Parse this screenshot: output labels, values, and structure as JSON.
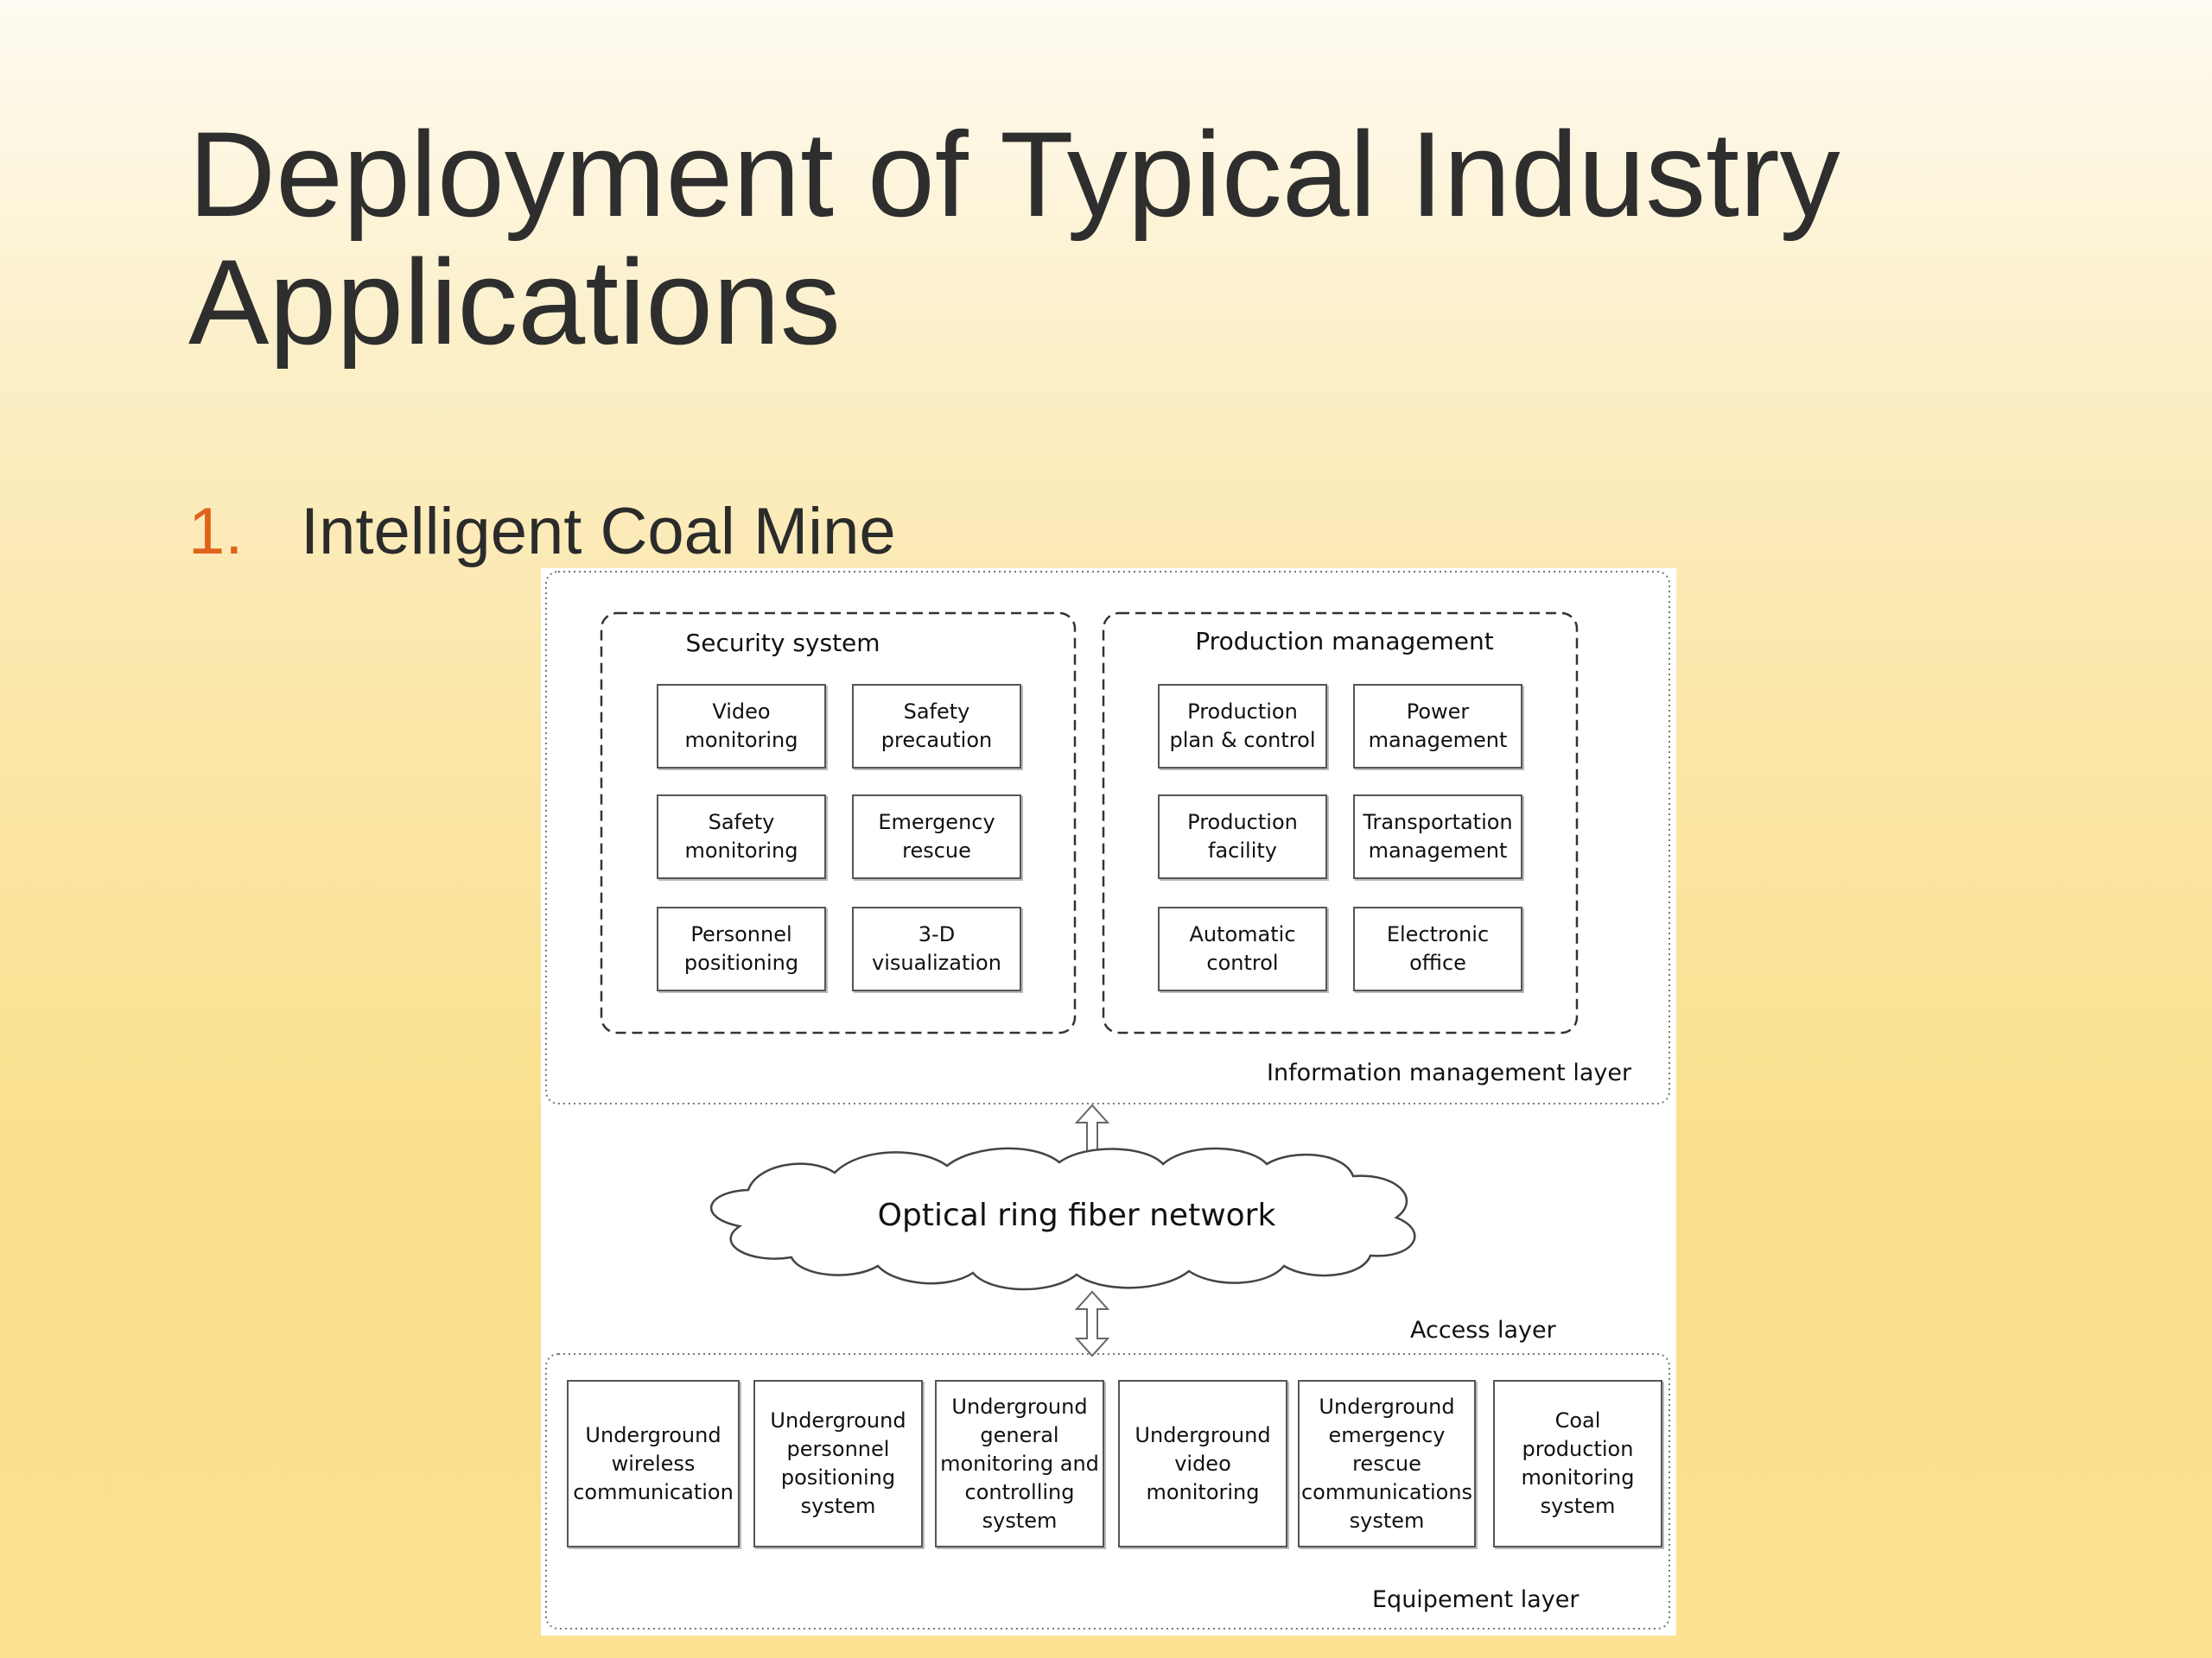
{
  "slide": {
    "title": "Deployment of  Typical Industry Applications",
    "bullet_number": "1.",
    "bullet_text": "Intelligent Coal Mine"
  },
  "diagram": {
    "information_layer": {
      "label": "Information management layer",
      "security": {
        "title": "Security system",
        "items": [
          "Video\nmonitoring",
          "Safety\nprecaution",
          "Safety\nmonitoring",
          "Emergency\nrescue",
          "Personnel\npositioning",
          "3-D\nvisualization"
        ]
      },
      "production": {
        "title": "Production management",
        "items": [
          "Production\nplan & control",
          "Power\nmanagement",
          "Production\nfacility",
          "Transportation\nmanagement",
          "Automatic\ncontrol",
          "Electronic\noffice"
        ]
      }
    },
    "access_layer": {
      "label": "Access layer",
      "network": "Optical ring fiber network"
    },
    "equipment_layer": {
      "label": "Equipement layer",
      "items": [
        "Underground\nwireless\ncommunication",
        "Underground\npersonnel\npositioning\nsystem",
        "Underground\ngeneral\nmonitoring and\ncontrolling\nsystem",
        "Underground\nvideo\nmonitoring",
        "Underground\nemergency\nrescue\ncommunications\nsystem",
        "Coal\nproduction\nmonitoring\nsystem"
      ]
    }
  }
}
